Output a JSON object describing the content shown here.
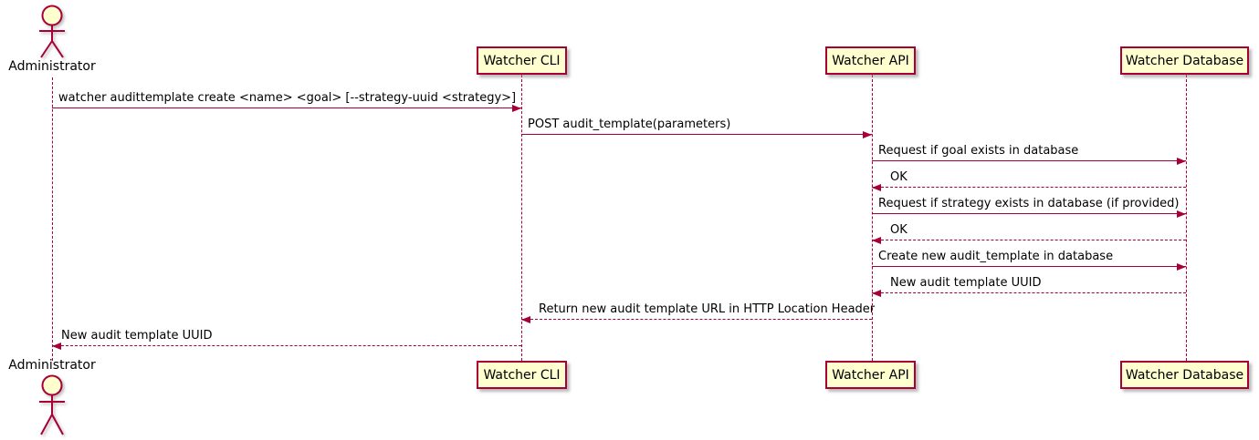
{
  "diagram_type": "sequence",
  "colors": {
    "accent": "#A80036",
    "participant_fill": "#FEFECE",
    "text": "#000000"
  },
  "actor": {
    "label": "Administrator"
  },
  "participants": [
    {
      "id": "watcher-cli",
      "label": "Watcher CLI"
    },
    {
      "id": "watcher-api",
      "label": "Watcher API"
    },
    {
      "id": "watcher-database",
      "label": "Watcher Database"
    }
  ],
  "messages": [
    {
      "from": "Administrator",
      "to": "Watcher CLI",
      "style": "solid",
      "text": "watcher audittemplate create <name> <goal> [--strategy-uuid <strategy>]"
    },
    {
      "from": "Watcher CLI",
      "to": "Watcher API",
      "style": "solid",
      "text": "POST audit_template(parameters)"
    },
    {
      "from": "Watcher API",
      "to": "Watcher Database",
      "style": "solid",
      "text": "Request if goal exists in database"
    },
    {
      "from": "Watcher Database",
      "to": "Watcher API",
      "style": "dashed",
      "text": "OK"
    },
    {
      "from": "Watcher API",
      "to": "Watcher Database",
      "style": "solid",
      "text": "Request if strategy exists in database (if provided)"
    },
    {
      "from": "Watcher Database",
      "to": "Watcher API",
      "style": "dashed",
      "text": "OK"
    },
    {
      "from": "Watcher API",
      "to": "Watcher Database",
      "style": "solid",
      "text": "Create new audit_template in database"
    },
    {
      "from": "Watcher Database",
      "to": "Watcher API",
      "style": "dashed",
      "text": "New audit template UUID"
    },
    {
      "from": "Watcher API",
      "to": "Watcher CLI",
      "style": "dashed",
      "text": "Return new audit template URL in HTTP Location Header"
    },
    {
      "from": "Watcher CLI",
      "to": "Administrator",
      "style": "dashed",
      "text": "New audit template UUID"
    }
  ]
}
